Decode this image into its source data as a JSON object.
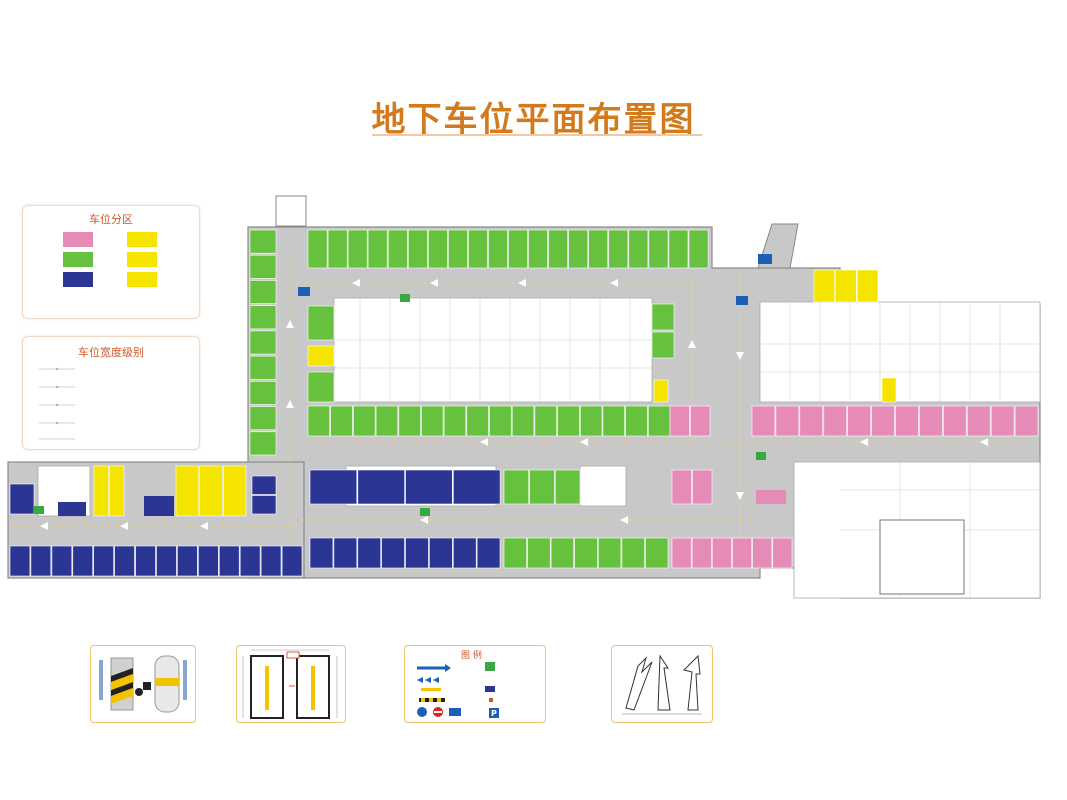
{
  "title": "地下车位平面布置图",
  "zone_panel": {
    "heading": "车位分区",
    "swatches": [
      {
        "color": "#e68bb8",
        "tag": "pink"
      },
      {
        "color": "#f4e400",
        "tag": "yellow"
      },
      {
        "color": "#66c13e",
        "tag": "green"
      },
      {
        "color": "#f4e400",
        "tag": "yellow"
      },
      {
        "color": "#2b3594",
        "tag": "navy"
      },
      {
        "color": "#f4e400",
        "tag": "yellow"
      }
    ]
  },
  "width_panel": {
    "heading": "车位宽度级别"
  },
  "legend_panel": {
    "heading": "图 例"
  },
  "colors": {
    "green": "#66c13e",
    "pink": "#e68bb8",
    "yellow": "#f4e400",
    "navy": "#2b3594",
    "road": "#c8c8c8",
    "wall": "#888888",
    "title": "#d27a1c"
  },
  "icons": [
    "entry-ramp-icon",
    "exit-sign-icon",
    "no-entry-icon",
    "parking-p-icon",
    "arrow-icon",
    "column-guard-icon"
  ]
}
